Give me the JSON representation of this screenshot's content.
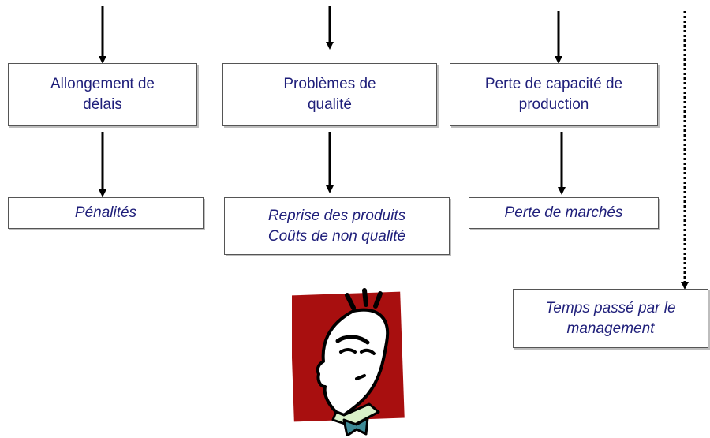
{
  "causes": [
    {
      "id": "delais",
      "label": "Allongement de\ndélais"
    },
    {
      "id": "qualite",
      "label": "Problèmes de\nqualité"
    },
    {
      "id": "capacite",
      "label": "Perte de capacité de\nproduction"
    }
  ],
  "effects": [
    {
      "id": "penalites",
      "label": "Pénalités"
    },
    {
      "id": "reprise",
      "label": "Reprise des produits\nCoûts de non qualité"
    },
    {
      "id": "marches",
      "label": "Perte de marchés"
    },
    {
      "id": "management",
      "label": "Temps passé par le\nmanagement"
    }
  ],
  "colors": {
    "text": "#1f1f7a",
    "cartoon_background": "#a80f0f",
    "bowtie": "#3d8a96",
    "collar": "#d8f0c8"
  },
  "illustration": {
    "icon": "angry-man-cartoon-icon"
  }
}
